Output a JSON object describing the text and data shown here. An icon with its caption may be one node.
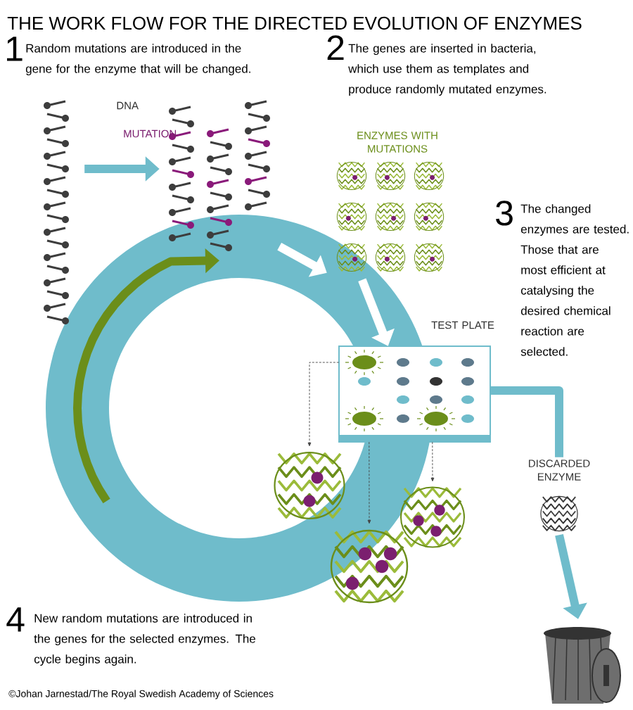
{
  "diagram": {
    "title": "THE WORK FLOW FOR THE DIRECTED EVOLUTION OF ENZYMES",
    "caption": "©Johan Jarnestad/The Royal Swedish Academy of Sciences",
    "nodes": [
      {
        "text": [
          "DNA"
        ]
      },
      {
        "text": [
          "MUTATION"
        ]
      },
      {
        "text": [
          "ENZYMES WITH MUTATIONS"
        ]
      },
      {
        "text": [
          "TEST PLATE"
        ]
      },
      {
        "text": [],
        "shape": "picture"
      },
      {
        "text": [],
        "shape": "picture"
      },
      {
        "text": [],
        "shape": "picture"
      },
      {
        "text": [
          "DISCARDED ENZYME"
        ]
      },
      {
        "text": [],
        "shape": "picture"
      }
    ],
    "edges": [
      {
        "from": 0,
        "to": 1,
        "arrow": "to",
        "color": "#6fbccb"
      },
      {
        "from": 1,
        "to": 2,
        "arrow": "to",
        "color": "#ffffff"
      },
      {
        "from": 2,
        "to": 3,
        "arrow": "to",
        "color": "#ffffff"
      },
      {
        "from": 3,
        "to": 4,
        "arrow": "to",
        "style": "dashed",
        "color": "#444444"
      },
      {
        "from": 3,
        "to": 5,
        "arrow": "to",
        "style": "dashed",
        "color": "#444444"
      },
      {
        "from": 3,
        "to": 6,
        "arrow": "to",
        "style": "dashed",
        "color": "#444444"
      },
      {
        "from": 3,
        "to": 7,
        "arrow": "none",
        "color": "#6fbccb"
      },
      {
        "from": 7,
        "to": 8,
        "arrow": "to",
        "color": "#6fbccb"
      },
      {
        "from": null,
        "to": 1,
        "arrow": "to",
        "color": "#6b8e1a"
      }
    ],
    "labels": [
      "1",
      "Random mutations are introduced in the gene for the enzyme that will be changed.",
      "2",
      "The genes are inserted in bacteria, which use them as templates and produce randomly mutated enzymes.",
      "3",
      "The changed enzymes are tested. Those that are most efficient at catalysing the desired chemical reaction are selected.",
      "4",
      "New random mutations are introduced in the genes for the selected enzymes. The cycle begins again."
    ]
  }
}
